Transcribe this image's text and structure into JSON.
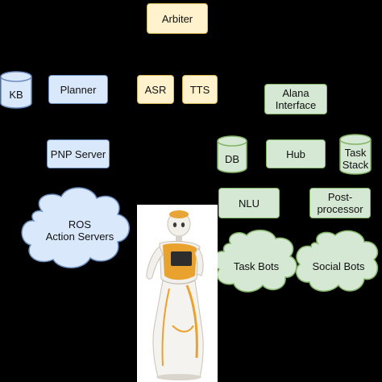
{
  "colors": {
    "background": "#000000",
    "yellow_fill": "#fff2cc",
    "yellow_stroke": "#d6b656",
    "blue_fill": "#dae8fc",
    "blue_stroke": "#6c8ebf",
    "green_fill": "#d5e8d4",
    "green_stroke": "#82b366"
  },
  "nodes": {
    "arbiter": "Arbiter",
    "kb": "KB",
    "planner": "Planner",
    "asr": "ASR",
    "tts": "TTS",
    "alana_interface": "Alana\nInterface",
    "pnp_server": "PNP Server",
    "db": "DB",
    "hub": "Hub",
    "task_stack": "Task\nStack",
    "nlu": "NLU",
    "post_processor": "Post-\nprocessor",
    "ros_action_servers": "ROS\nAction Servers",
    "task_bots": "Task Bots",
    "social_bots": "Social Bots"
  },
  "image": {
    "robot": "robot-photo"
  }
}
